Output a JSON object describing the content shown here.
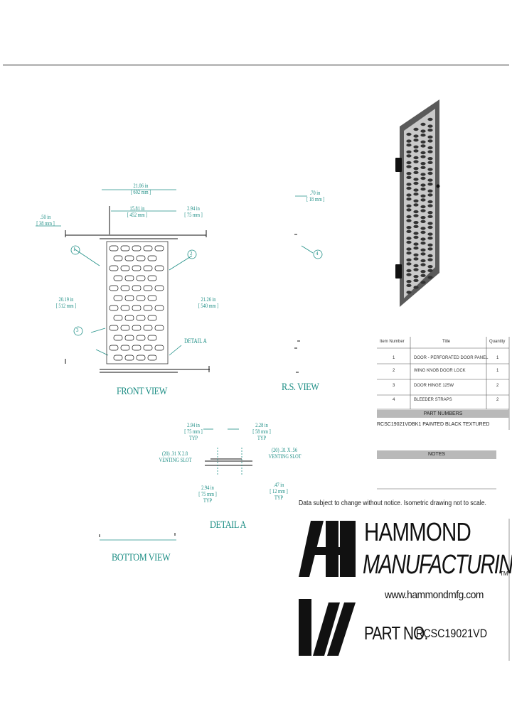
{
  "views": {
    "front": "FRONT VIEW",
    "rs": "R.S. VIEW",
    "detail": "DETAIL A",
    "bottom": "BOTTOM VIEW",
    "detail_callout": "DETAIL A"
  },
  "dims": {
    "front_width": [
      "21.06 in",
      "[ 602 mm ]"
    ],
    "front_inner": [
      "15.81 in",
      "[ 452 mm ]"
    ],
    "front_side": [
      "2.94 in",
      "[ 75 mm ]"
    ],
    "front_top": [
      ".50 in",
      "[ 38 mm ]"
    ],
    "front_height": [
      "20.19 in",
      "[ 512 mm ]"
    ],
    "front_height2": [
      "21.26 in",
      "[ 540 mm ]"
    ],
    "rs_depth": [
      ".70 in",
      "[ 18 mm ]"
    ],
    "detail_left": [
      "2.94 in",
      "[ 75 mm ]",
      "TYP"
    ],
    "detail_right": [
      "2.28 in",
      "[ 58 mm ]",
      "TYP"
    ],
    "detail_slot_left": [
      "(20) .31 X 2.8",
      "VENTING SLOT"
    ],
    "detail_slot_right": [
      "(20) .31 X .56",
      "VENTING SLOT"
    ],
    "detail_bottom_left": [
      "2.94 in",
      "[ 75 mm ]",
      "TYP"
    ],
    "detail_bottom_right": [
      ".47 in",
      "[ 12 mm ]",
      "TYP"
    ]
  },
  "bom": {
    "headers": [
      "Item Number",
      "Title",
      "Quantity"
    ],
    "rows": [
      {
        "item": "1",
        "title": "DOOR - PERFORATED DOOR PANEL",
        "qty": "1"
      },
      {
        "item": "2",
        "title": "WING KNOB DOOR LOCK",
        "qty": "1"
      },
      {
        "item": "3",
        "title": "DOOR HINGE 125W",
        "qty": "2"
      },
      {
        "item": "4",
        "title": "BLEEDER STRAPS",
        "qty": "2"
      }
    ]
  },
  "part_numbers": {
    "header": "PART NUMBERS",
    "row": "RCSC19021VDBK1   PAINTED BLACK TEXTURED"
  },
  "notes": {
    "header": "NOTES"
  },
  "disclaimer": "Data subject to change without notice. Isometric drawing not to scale.",
  "brand": {
    "line1": "HAMMOND",
    "line2": "MANUFACTURING",
    "tm": "TM",
    "website": "www.hammondmfg.com",
    "part_label": "PART NO.",
    "part_number": "RCSC19021VD"
  },
  "colors": {
    "teal": "#1f8f86",
    "black": "#111111",
    "door_frame": "#444444"
  }
}
